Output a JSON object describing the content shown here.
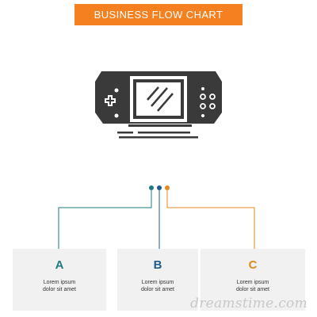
{
  "banner": {
    "title": "BUSINESS FLOW CHART"
  },
  "colors": {
    "banner_bg": "#f58020",
    "card_bg": "#f1f1f1",
    "icon": "#3a3a3a",
    "a": "#1e7b7e",
    "b": "#1f5c8c",
    "c": "#e08a1c"
  },
  "icon": {
    "name": "handheld-game-console-icon"
  },
  "steps": [
    {
      "letter": "A",
      "line1": "Lorem ipsum",
      "line2": "dolor sit amet"
    },
    {
      "letter": "B",
      "line1": "Lorem ipsum",
      "line2": "dolor sit amet"
    },
    {
      "letter": "C",
      "line1": "Lorem ipsum",
      "line2": "dolor sit amet"
    }
  ],
  "watermark": "dreamstime.com"
}
